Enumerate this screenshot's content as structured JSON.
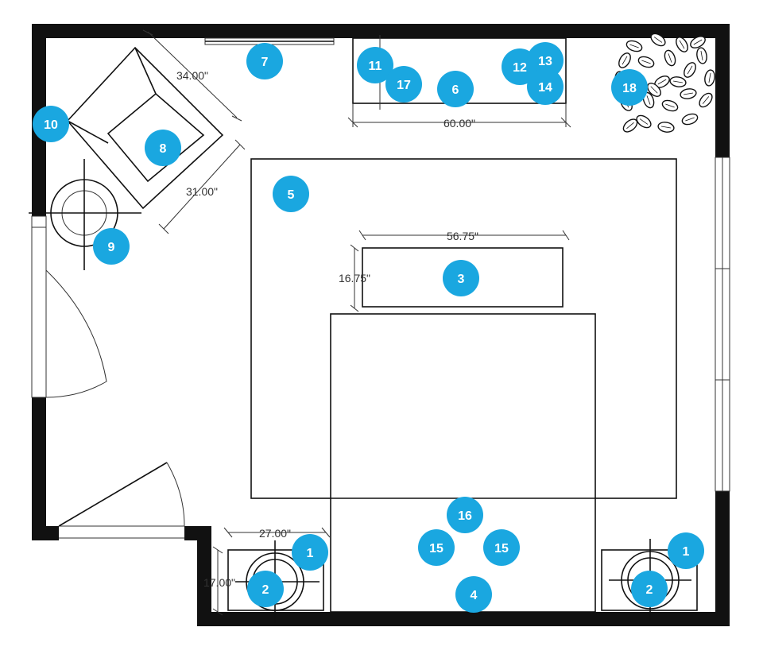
{
  "colors": {
    "wall": "#111111",
    "marker": "#1aa7e0",
    "marker_text": "#ffffff",
    "background": "#ffffff"
  },
  "dimensions": {
    "armchair_width": "34.00\"",
    "armchair_depth": "31.00\"",
    "dresser_width": "60.00\"",
    "bench_width": "56.75\"",
    "bench_depth": "16.75\"",
    "nightstand_width": "27.00\"",
    "nightstand_depth": "17.00\""
  },
  "markers": [
    "1",
    "1",
    "2",
    "2",
    "3",
    "4",
    "5",
    "6",
    "7",
    "8",
    "9",
    "10",
    "11",
    "12",
    "13",
    "14",
    "15",
    "15",
    "16",
    "17",
    "18"
  ],
  "icons": {
    "plant": "plant-icon",
    "lamp": "lamp-icon",
    "door": "door-icon",
    "window": "window-icon"
  }
}
